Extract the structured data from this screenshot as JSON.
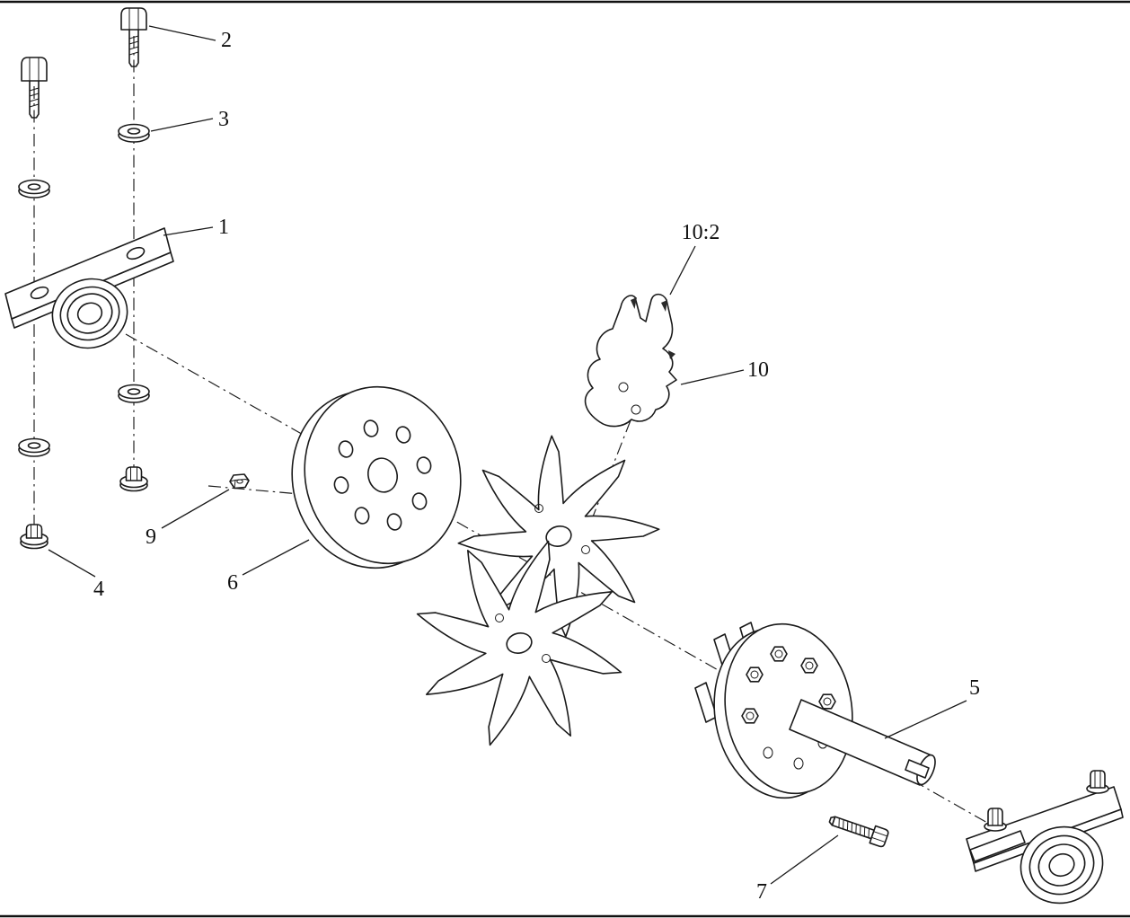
{
  "figure": {
    "kind": "exploded-parts-diagram"
  },
  "colors": {
    "line": "#1a1a1a",
    "background": "#ffffff"
  },
  "callouts": [
    {
      "text": "1"
    },
    {
      "text": "2"
    },
    {
      "text": "3"
    },
    {
      "text": "4"
    },
    {
      "text": "5"
    },
    {
      "text": "6"
    },
    {
      "text": "7"
    },
    {
      "text": "9"
    },
    {
      "text": "10"
    },
    {
      "text": "10:2"
    }
  ]
}
